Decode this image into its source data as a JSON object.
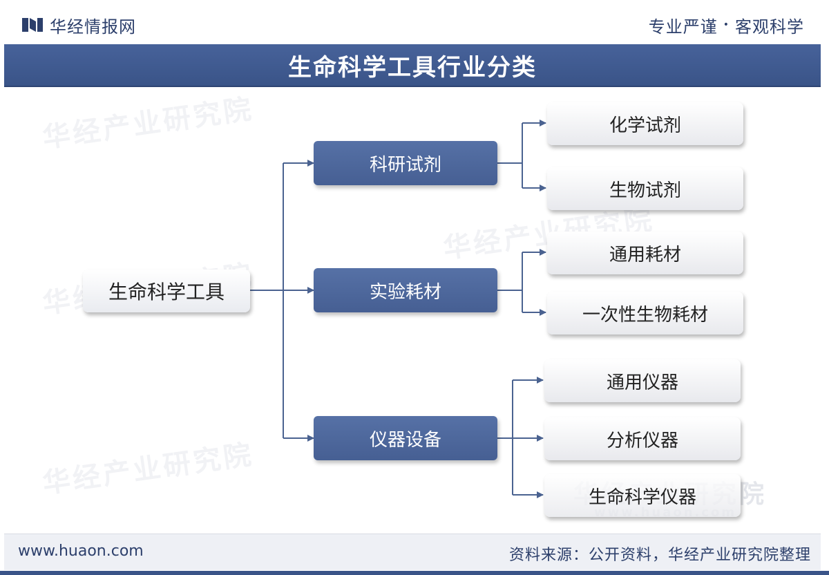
{
  "header": {
    "brand_name": "华经情报网",
    "slogan_left": "专业严谨",
    "slogan_sep": "•",
    "slogan_right": "客观科学",
    "title": "生命科学工具行业分类"
  },
  "diagram": {
    "root": "生命科学工具",
    "categories": [
      {
        "label": "科研试剂",
        "children": [
          "化学试剂",
          "生物试剂"
        ]
      },
      {
        "label": "实验耗材",
        "children": [
          "通用耗材",
          "一次性生物耗材"
        ]
      },
      {
        "label": "仪器设备",
        "children": [
          "通用仪器",
          "分析仪器",
          "生命科学仪器"
        ]
      }
    ]
  },
  "watermarks": {
    "org_name": "华经产业研究院",
    "site": "www.huaon.com"
  },
  "footer": {
    "url": "www.huaon.com",
    "source": "资料来源：公开资料，华经产业研究院整理"
  },
  "colors": {
    "primary": "#3a5488",
    "mid_box": "#4d679c",
    "line": "#4a6290",
    "text_dark": "#222222"
  }
}
